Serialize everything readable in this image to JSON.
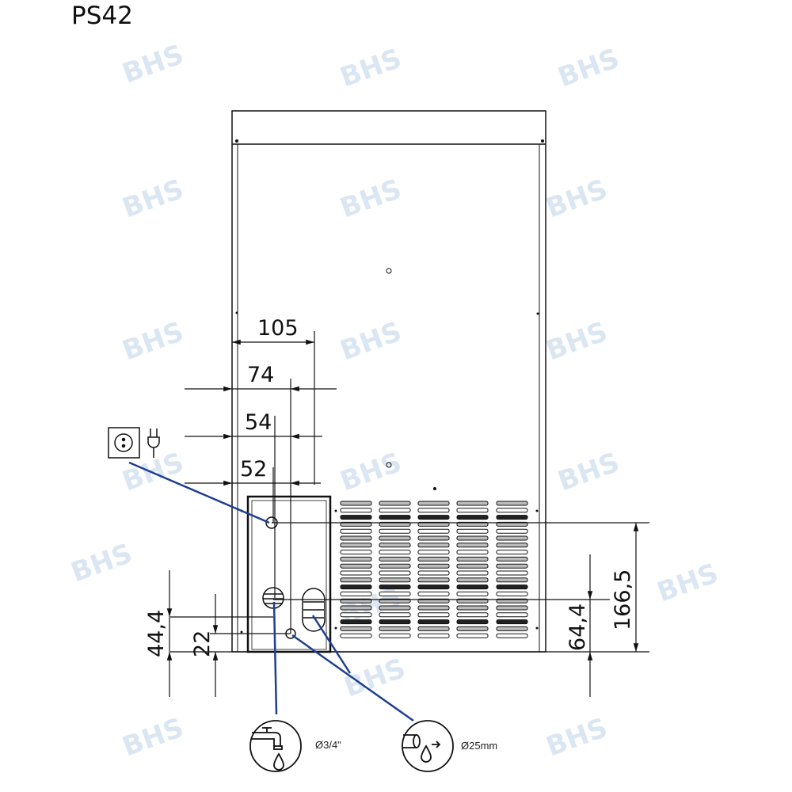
{
  "title": "PS42",
  "watermark": "BHS",
  "dimensions": {
    "d105": "105",
    "d74": "74",
    "d54": "54",
    "d52": "52",
    "d44_4": "44,4",
    "d22": "22",
    "d166_5": "166,5",
    "d64_4": "64,4"
  },
  "connections": [
    {
      "icon": "power-socket-plug-icon"
    },
    {
      "icon": "water-tap-icon",
      "label": "Ø3/4\""
    },
    {
      "icon": "drain-pipe-icon",
      "label": "Ø25mm"
    }
  ],
  "colors": {
    "leader": "#1f3f8f",
    "line": "#111111",
    "watermark": "#dbe6f3"
  }
}
